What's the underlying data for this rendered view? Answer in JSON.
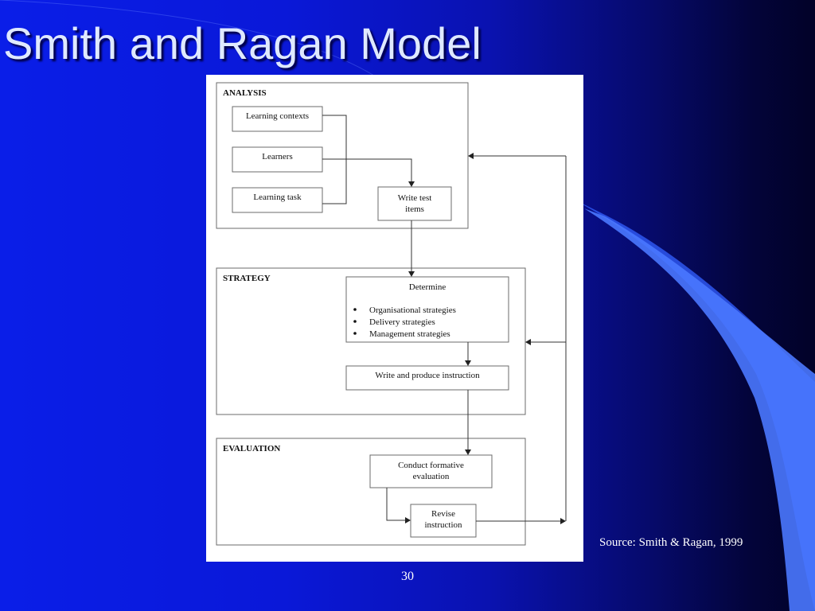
{
  "slide": {
    "title": "Smith and Ragan Model",
    "source": "Source: Smith & Ragan, 1999",
    "page_number": "30"
  },
  "diagram": {
    "analysis": {
      "label": "ANALYSIS",
      "learning_contexts": "Learning contexts",
      "learners": "Learners",
      "learning_task": "Learning task",
      "write_test_items": [
        "Write test",
        "items"
      ]
    },
    "strategy": {
      "label": "STRATEGY",
      "determine_heading": "Determine",
      "bullets": [
        "Organisational strategies",
        "Delivery strategies",
        "Management strategies"
      ],
      "write_produce": "Write and produce instruction"
    },
    "evaluation": {
      "label": "EVALUATION",
      "conduct_formative": [
        "Conduct formative",
        "evaluation"
      ],
      "revise_instruction": [
        "Revise",
        "instruction"
      ]
    }
  },
  "colors": {
    "background_blue": "#0a1ee8",
    "background_navy": "#020228",
    "swoosh_blue": "#3a62ff",
    "title_text": "#dfe9ff"
  }
}
